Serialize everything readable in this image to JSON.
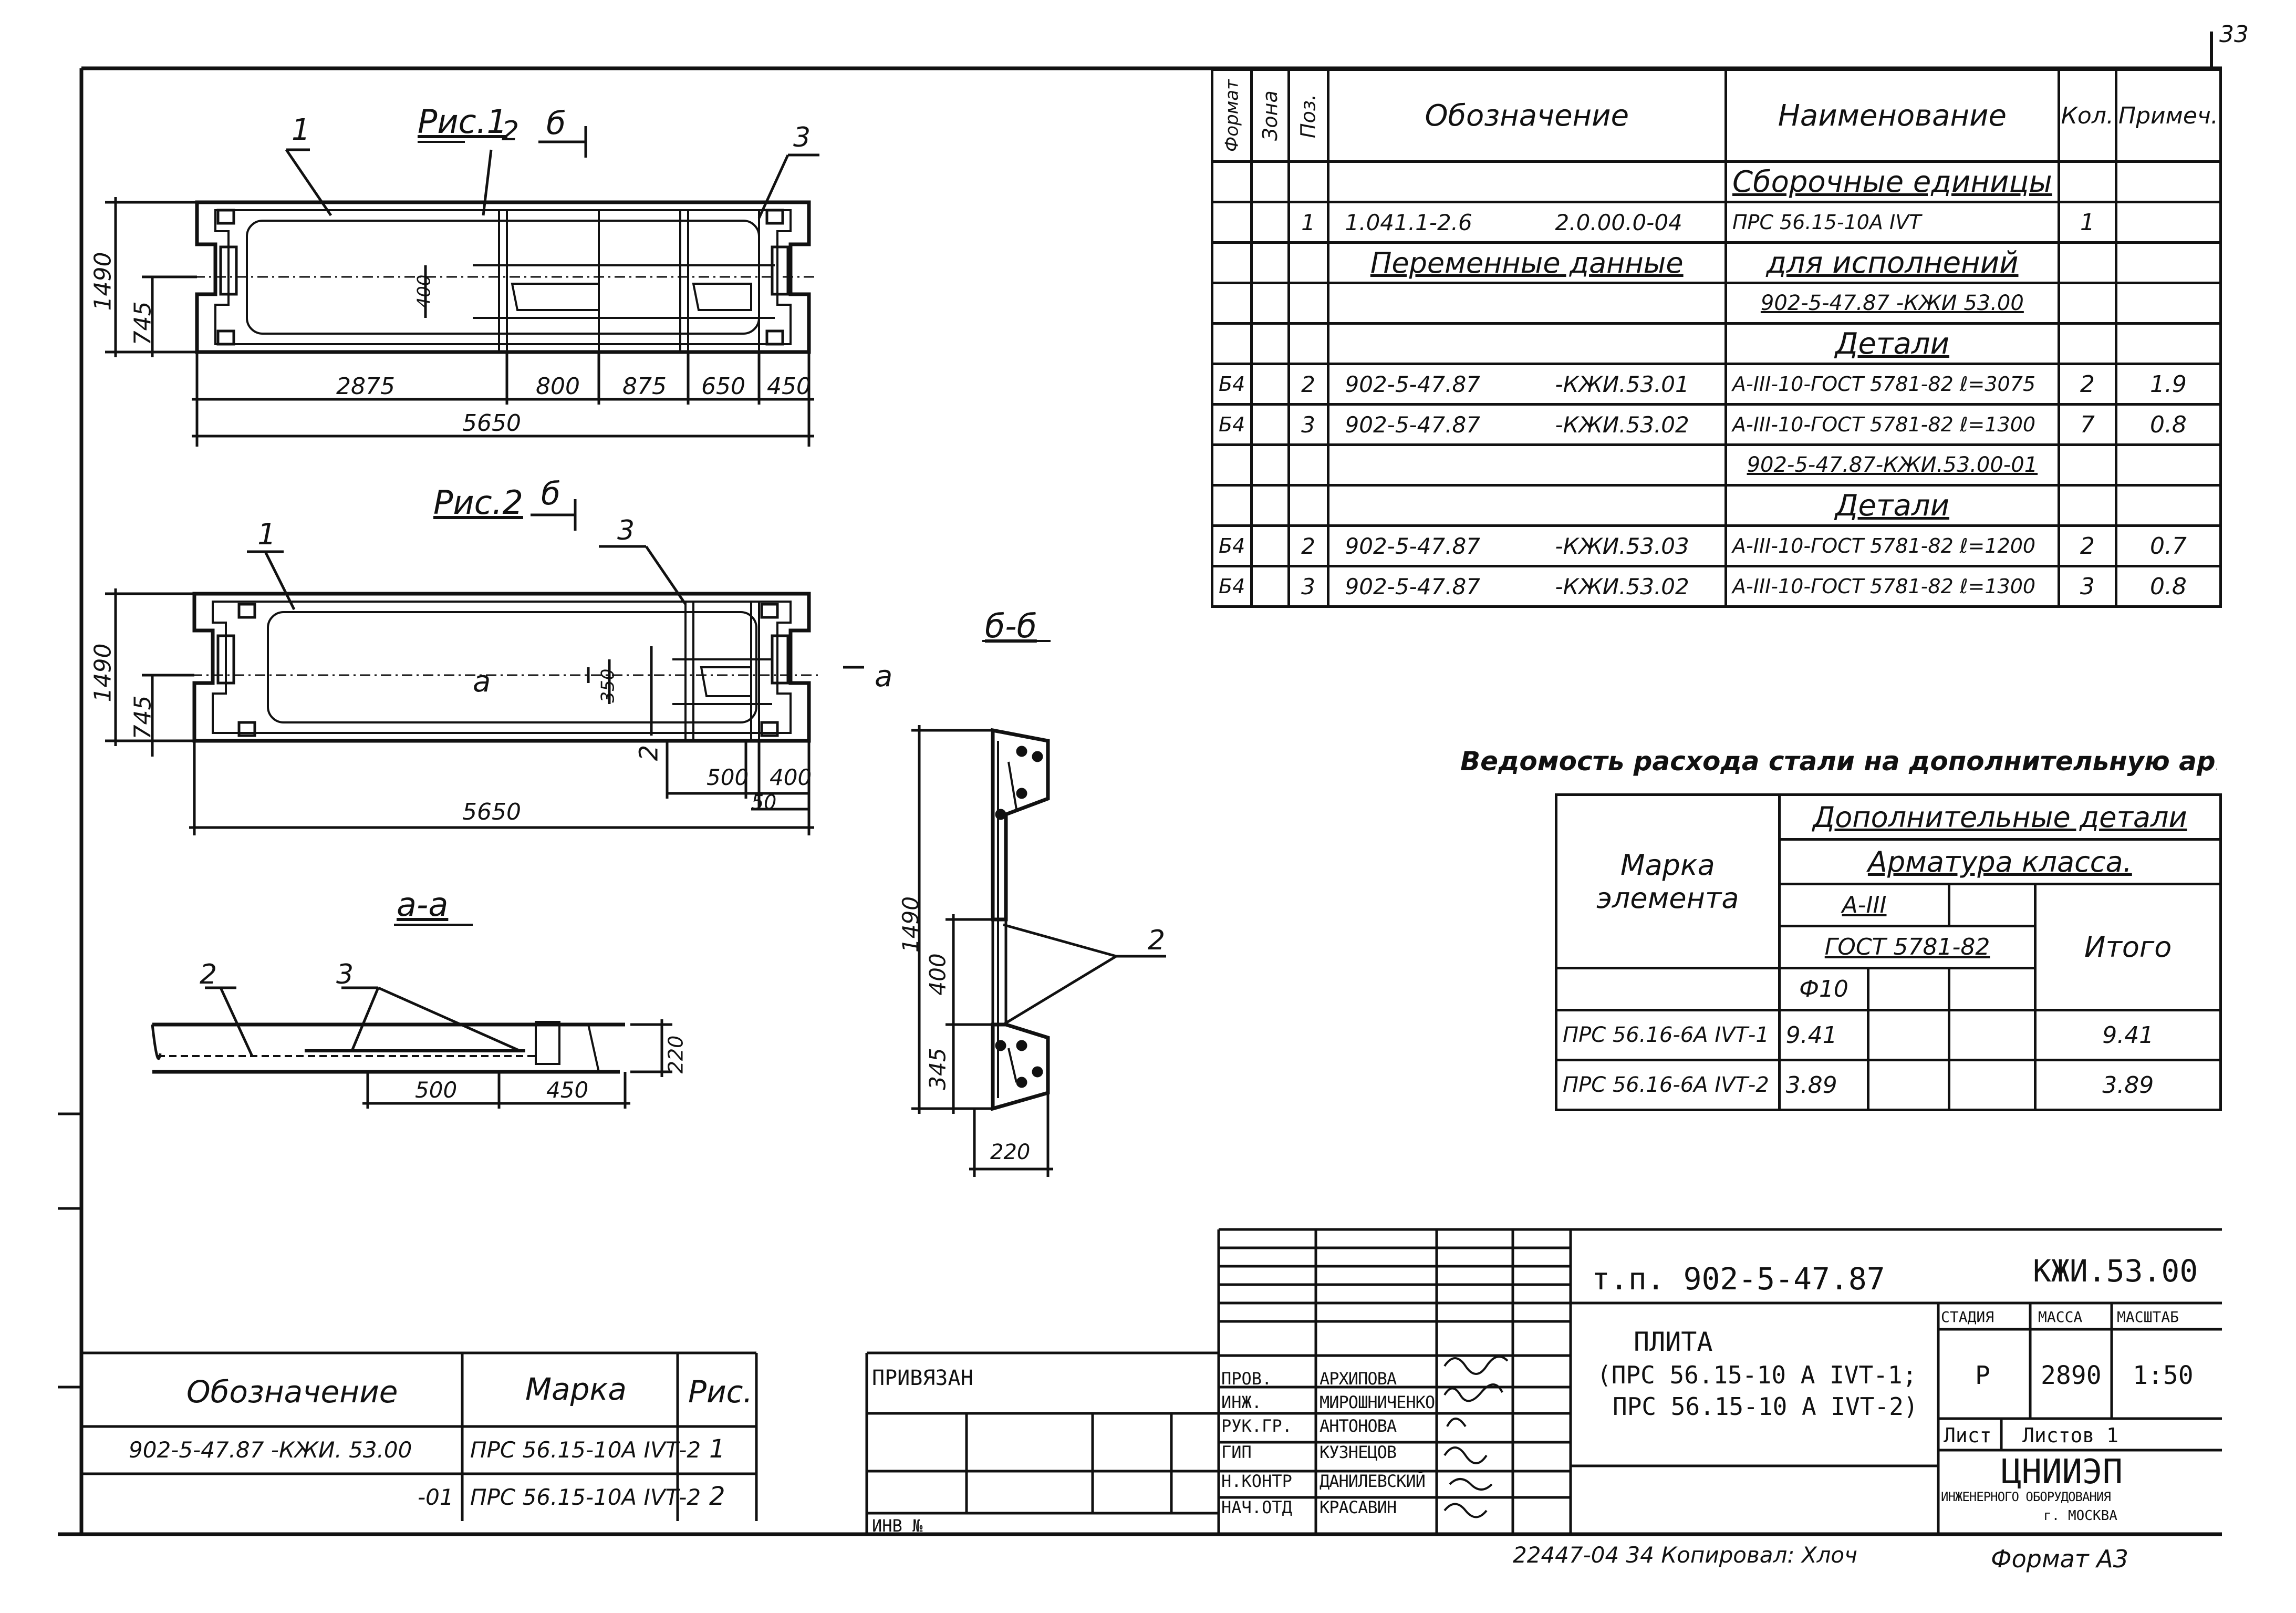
{
  "page_corner": "33",
  "fig1": {
    "title": "Рис.1",
    "leaders": [
      "1",
      "2",
      "3"
    ],
    "section": "б",
    "dims": {
      "h_total": "1490",
      "h_half": "745",
      "h_gap": "400",
      "seg1": "2875",
      "seg2": "800",
      "seg3": "875",
      "seg4": "650",
      "seg5": "450",
      "total": "5650"
    }
  },
  "fig2": {
    "title": "Рис.2",
    "leaders": [
      "1",
      "3",
      "2"
    ],
    "section": "б",
    "section_a": "a",
    "dims": {
      "h_total": "1490",
      "h_half": "745",
      "h_gap": "350",
      "seg1": "500",
      "seg2": "400",
      "seg3": "50",
      "total": "5650"
    }
  },
  "section_aa": {
    "title": "а-а",
    "leaders": [
      "2",
      "3"
    ],
    "dims": {
      "d1": "500",
      "d2": "450",
      "h": "220"
    }
  },
  "section_bb": {
    "title": "б-б",
    "leader": "2",
    "dims": {
      "h_total": "1490",
      "h_mid": "400",
      "h_low": "345",
      "w": "220"
    }
  },
  "spec_table": {
    "headers": [
      "Формат",
      "Зона",
      "Поз.",
      "Обозначение",
      "Наименование",
      "Кол.",
      "Примеч."
    ],
    "rows": [
      {
        "fmt": "",
        "zone": "",
        "pos": "",
        "desig": "",
        "desig2": "",
        "name": "Сборочные единицы",
        "qty": "",
        "note": "",
        "kind": "section"
      },
      {
        "fmt": "",
        "zone": "",
        "pos": "1",
        "desig": "1.041.1-2.6",
        "desig2": "2.0.00.0-04",
        "name": "ПРС 56.15-10А IVТ",
        "qty": "1",
        "note": "",
        "kind": "row"
      },
      {
        "fmt": "",
        "zone": "",
        "pos": "",
        "desig": "Переменные данные",
        "desig2": "",
        "name": "для исполнений",
        "qty": "",
        "note": "",
        "kind": "section2"
      },
      {
        "fmt": "",
        "zone": "",
        "pos": "",
        "desig": "",
        "desig2": "",
        "name": "902-5-47.87 -КЖИ 53.00",
        "qty": "",
        "note": "",
        "kind": "sub"
      },
      {
        "fmt": "",
        "zone": "",
        "pos": "",
        "desig": "",
        "desig2": "",
        "name": "Детали",
        "qty": "",
        "note": "",
        "kind": "section"
      },
      {
        "fmt": "Б4",
        "zone": "",
        "pos": "2",
        "desig": "902-5-47.87",
        "desig2": "-КЖИ.53.01",
        "name": "A-III-10-ГОСТ 5781-82 ℓ=3075",
        "qty": "2",
        "note": "1.9",
        "kind": "row"
      },
      {
        "fmt": "Б4",
        "zone": "",
        "pos": "3",
        "desig": "902-5-47.87",
        "desig2": "-КЖИ.53.02",
        "name": "A-III-10-ГОСТ 5781-82 ℓ=1300",
        "qty": "7",
        "note": "0.8",
        "kind": "row"
      },
      {
        "fmt": "",
        "zone": "",
        "pos": "",
        "desig": "",
        "desig2": "",
        "name": "902-5-47.87-КЖИ.53.00-01",
        "qty": "",
        "note": "",
        "kind": "sub"
      },
      {
        "fmt": "",
        "zone": "",
        "pos": "",
        "desig": "",
        "desig2": "",
        "name": "Детали",
        "qty": "",
        "note": "",
        "kind": "section"
      },
      {
        "fmt": "Б4",
        "zone": "",
        "pos": "2",
        "desig": "902-5-47.87",
        "desig2": "-КЖИ.53.03",
        "name": "A-III-10-ГОСТ 5781-82 ℓ=1200",
        "qty": "2",
        "note": "0.7",
        "kind": "row"
      },
      {
        "fmt": "Б4",
        "zone": "",
        "pos": "3",
        "desig": "902-5-47.87",
        "desig2": "-КЖИ.53.02",
        "name": "A-III-10-ГОСТ 5781-82 ℓ=1300",
        "qty": "3",
        "note": "0.8",
        "kind": "row"
      }
    ]
  },
  "steel_title": "Ведомость расхода стали на дополнительную арматуру кг",
  "steel_table": {
    "mark_header": "Марка элемента",
    "group": "Дополнительные детали",
    "class": "Арматура класса.",
    "grade": "A-III",
    "gost": "ГОСТ 5781-82",
    "diam": "Ф10",
    "total_header": "Итого",
    "rows": [
      {
        "mark": "ПРС 56.16-6А IVТ-1",
        "d10": "9.41",
        "total": "9.41"
      },
      {
        "mark": "ПРС 56.16-6А IVТ-2",
        "d10": "3.89",
        "total": "3.89"
      }
    ]
  },
  "ref_table": {
    "headers": [
      "Обозначение",
      "Марка",
      "Рис."
    ],
    "rows": [
      {
        "desig": "902-5-47.87 -КЖИ. 53.00",
        "mark": "ПРС 56.15-10А IVТ-2",
        "fig": "1"
      },
      {
        "desig": "-01",
        "mark": "ПРС 56.15-10А IVТ-2",
        "fig": "2"
      }
    ]
  },
  "privyazan": "ПРИВЯЗАН",
  "inv_label": "ИНВ №",
  "title_block": {
    "project": "т.п. 902-5-47.87",
    "code": "КЖИ.53.00",
    "name_l1": "ПЛИТА",
    "name_l2": "(ПРС 56.15-10 А IVТ-1;",
    "name_l3": "ПРС 56.15-10 А IVТ-2)",
    "stage_h": "СТАДИЯ",
    "mass_h": "МАССА",
    "scale_h": "МАСШТАБ",
    "stage": "Р",
    "mass": "2890",
    "scale": "1:50",
    "sheet": "Лист",
    "sheets": "Листов 1",
    "org1": "ЦНИИЭП",
    "org2": "ИНЖЕНЕРНОГО ОБОРУДОВАНИЯ",
    "org3": "г. МОСКВА",
    "staff": [
      {
        "role": "ПРОВ.",
        "name": "АРХИПОВА"
      },
      {
        "role": "ИНЖ.",
        "name": "МИРОШНИЧЕНКО"
      },
      {
        "role": "РУК.ГР.",
        "name": "АНТОНОВА"
      },
      {
        "role": "ГИП",
        "name": "КУЗНЕЦОВ"
      },
      {
        "role": "Н.КОНТР",
        "name": "ДАНИЛЕВСКИЙ"
      },
      {
        "role": "НАЧ.ОТД",
        "name": "КРАСАВИН"
      }
    ]
  },
  "footer_left": "22447-04  34  Копировал: Хлоч",
  "footer_right": "Формат А3"
}
